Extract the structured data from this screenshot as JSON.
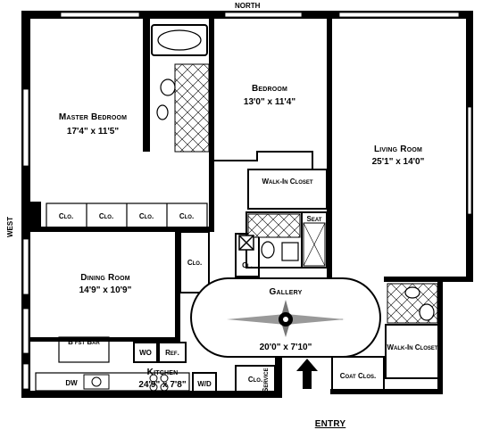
{
  "compass": {
    "north": "NORTH",
    "west": "WEST"
  },
  "entry": "ENTRY",
  "rooms": {
    "master_bedroom": {
      "name": "Master Bedroom",
      "dims": "17'4\" x 11'5\""
    },
    "bedroom": {
      "name": "Bedroom",
      "dims": "13'0\" x 11'4\""
    },
    "living_room": {
      "name": "Living Room",
      "dims": "25'1\" x 14'0\""
    },
    "dining_room": {
      "name": "Dining Room",
      "dims": "14'9\" x 10'9\""
    },
    "gallery": {
      "name": "Gallery",
      "dims": "20'0\" x 7'10\""
    },
    "kitchen": {
      "name": "Kitchen",
      "dims": "24'9\" x 7'8\""
    },
    "walk_in_closet_1": "Walk-In Closet",
    "walk_in_closet_2": "Walk-In Closet",
    "coat_closet": "Coat Clos."
  },
  "closets": [
    "Clo.",
    "Clo.",
    "Clo.",
    "Clo."
  ],
  "closet_dining": "Clo.",
  "closet_cl": "Cl.",
  "closet_kitchen": "Clo.",
  "seat": "Seat",
  "fixtures": {
    "wo": "WO",
    "ref": "Ref.",
    "bfst_bar": "B'fst Bar",
    "dw": "DW",
    "wd": "W/D",
    "service": "Service"
  }
}
